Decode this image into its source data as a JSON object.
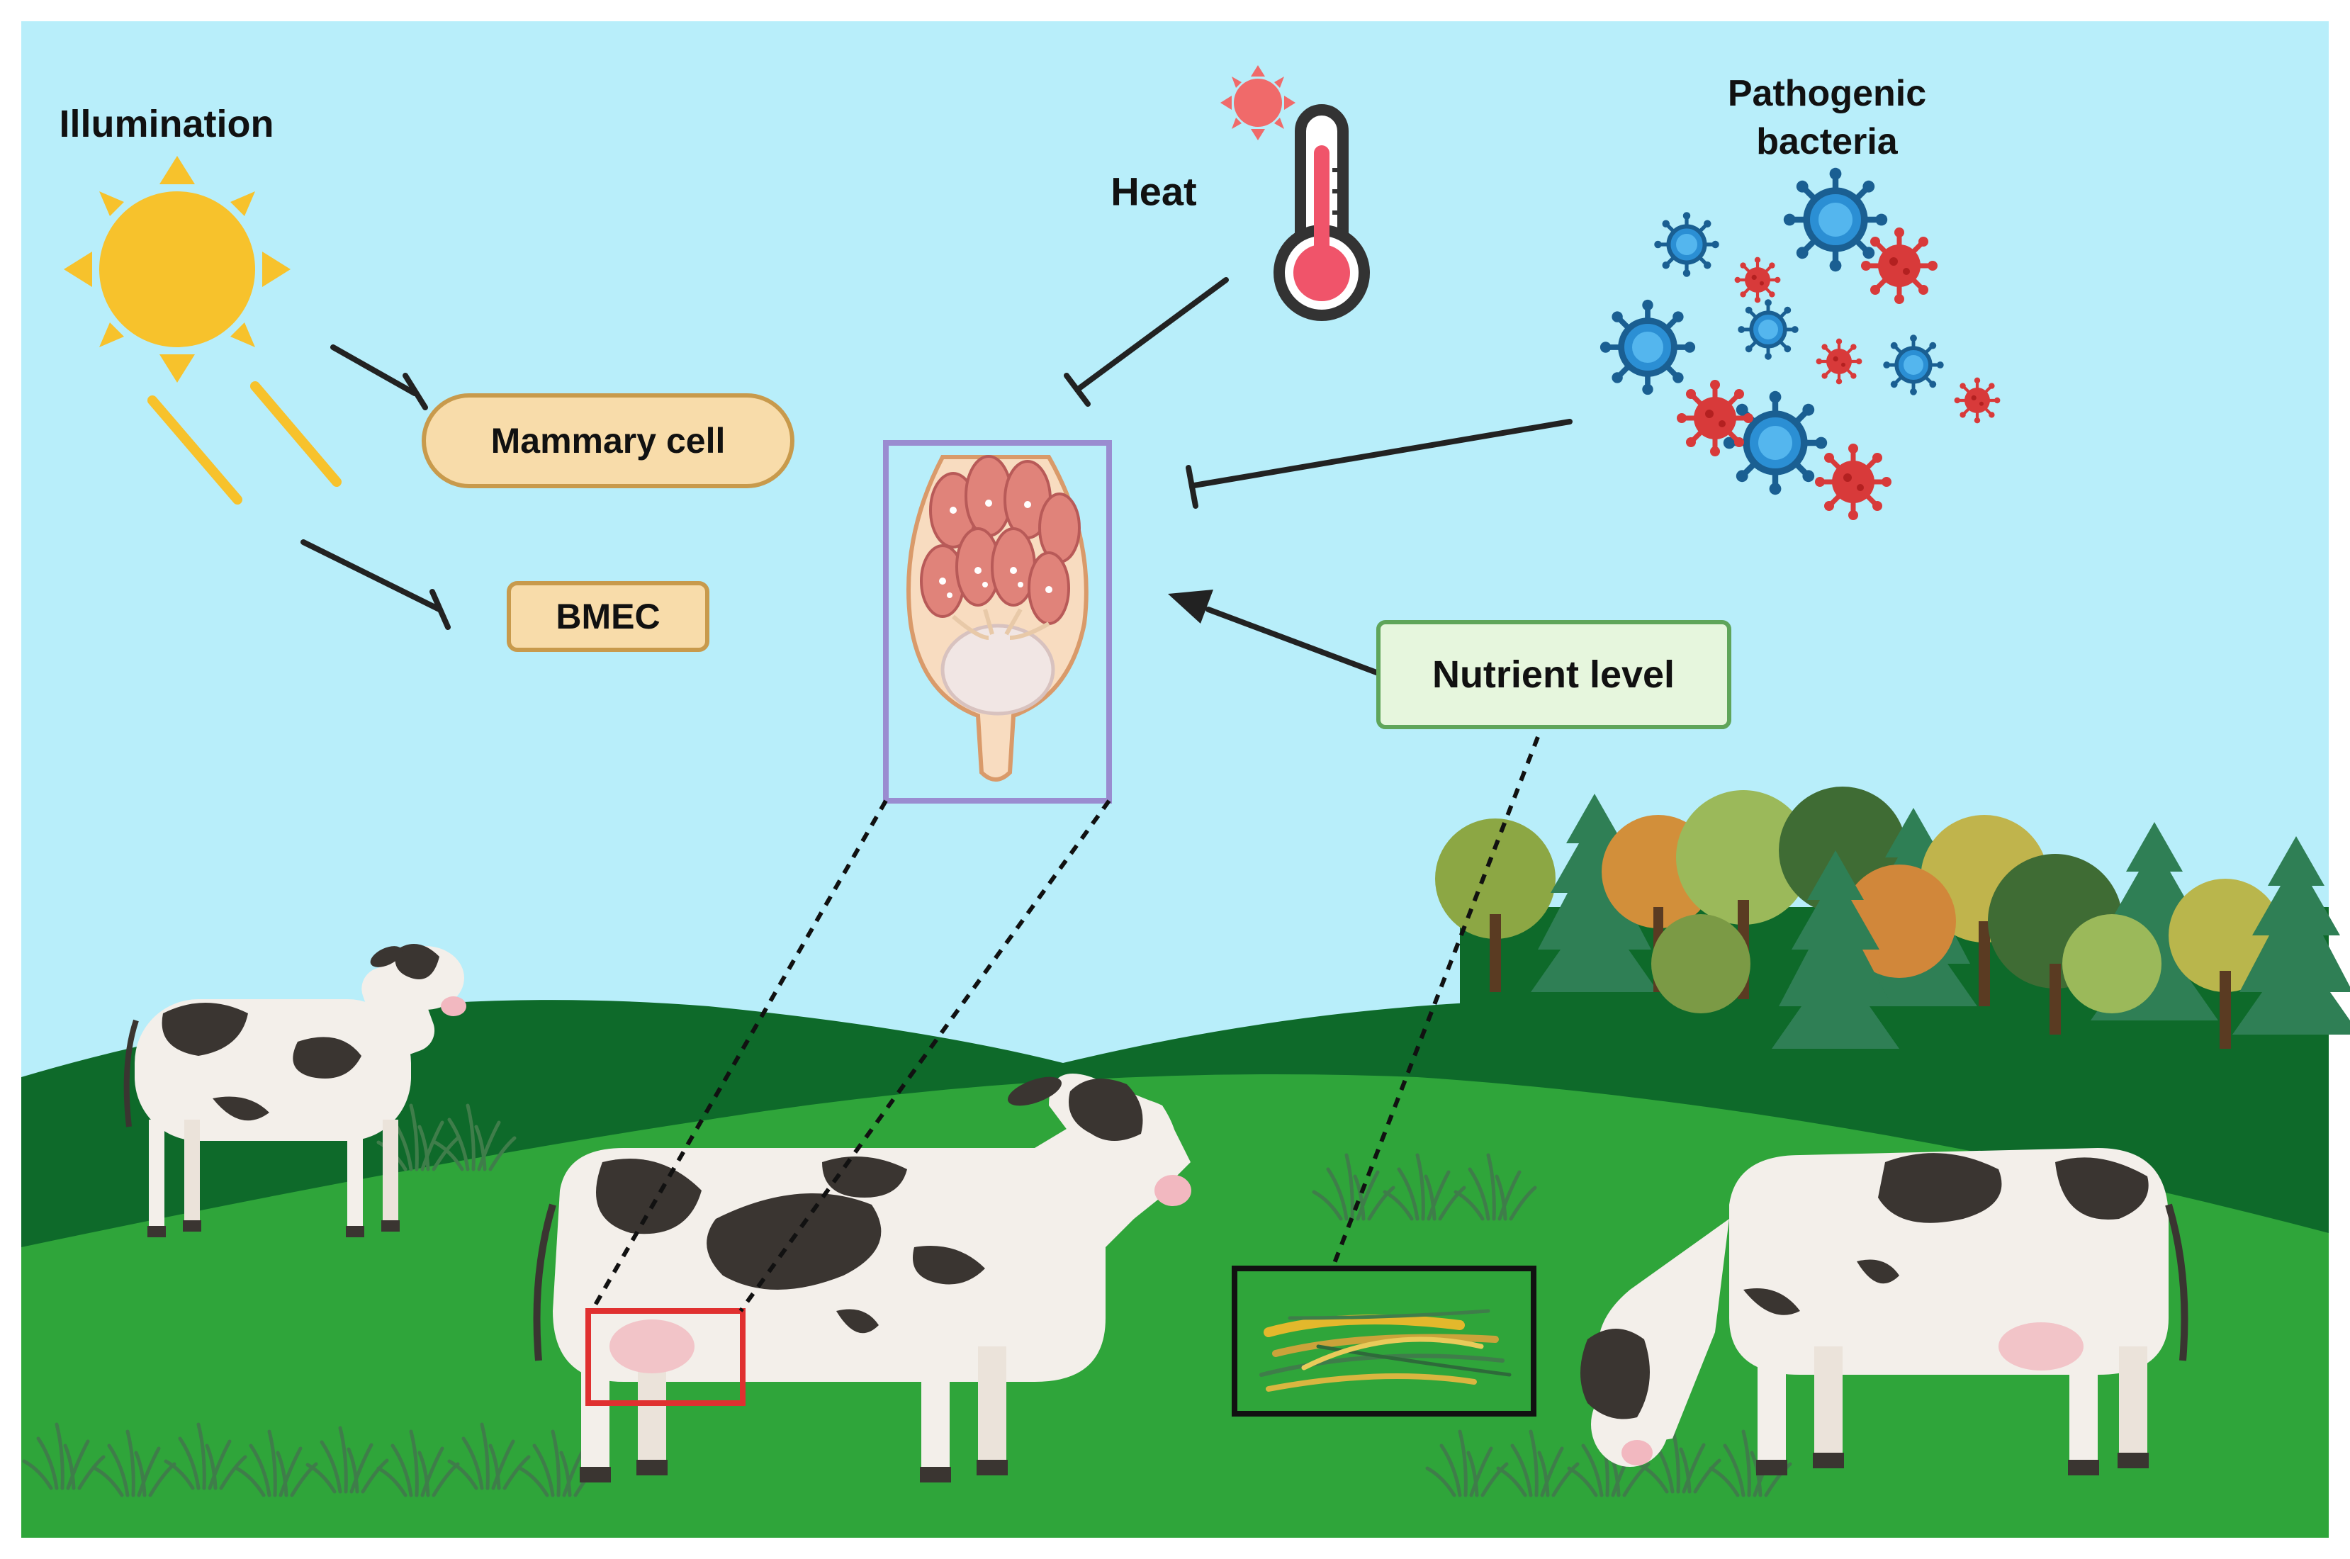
{
  "labels": {
    "illumination": "Illumination",
    "heat": "Heat",
    "pathogenic_line1": "Pathogenic",
    "pathogenic_line2": "bacteria",
    "mammary_cell": "Mammary cell",
    "bmec": "BMEC",
    "nutrient_level": "Nutrient level"
  },
  "relations": [
    {
      "from": "Illumination",
      "to": "Mammary cell",
      "effect": "inhibits"
    },
    {
      "from": "Illumination",
      "to": "BMEC",
      "effect": "inhibits"
    },
    {
      "from": "Heat",
      "to": "mammary gland",
      "effect": "inhibits"
    },
    {
      "from": "Pathogenic bacteria",
      "to": "mammary gland",
      "effect": "inhibits"
    },
    {
      "from": "Nutrient level",
      "to": "mammary gland",
      "effect": "promotes"
    }
  ],
  "colors": {
    "sky": "#b8eefa",
    "hill_dark": "#0e6a2a",
    "hill_light": "#2fa53a",
    "sun": "#f7c22c",
    "cell_box_fill": "#f8dcaa",
    "cell_box_stroke": "#c89a4c",
    "nutrient_fill": "#e6f6dd",
    "nutrient_stroke": "#5fa55a",
    "gland_frame": "#9a8cd0",
    "udder_frame": "#e03030",
    "grass_frame": "#111111",
    "bacteria_blue": "#2b8fd4",
    "bacteria_red": "#d83a3a"
  }
}
